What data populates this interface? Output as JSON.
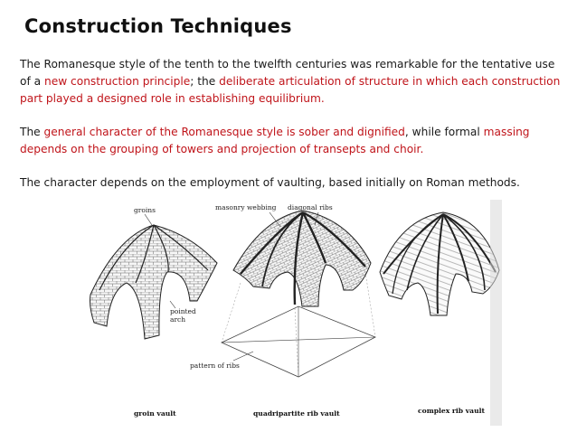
{
  "title": "Construction Techniques",
  "paragraph1": {
    "t1": "The Romanesque style of the tenth to the twelfth centuries was remarkable for the tentative use of a ",
    "h1": "new construction principle",
    "t2": "; the ",
    "h2": "deliberate articulation of structure in which each construction part played a designed role in establishing equilibrium."
  },
  "paragraph2": {
    "t1": "The ",
    "h1": "general character of the Romanesque style is sober and dignified",
    "t2": ", while formal ",
    "h2": "massing depends on the grouping of towers and projection of transepts and choir."
  },
  "paragraph3": "The character depends on the employment of vaulting, based initially on Roman methods.",
  "highlight_color": "#c0141a",
  "figure": {
    "labels": {
      "groins": "groins",
      "masonry_webbing": "masonry webbing",
      "diagonal_ribs": "diagonal ribs",
      "pointed": "pointed",
      "arch": "arch",
      "pattern_of_ribs": "pattern of ribs"
    },
    "captions": {
      "groin_vault": "groin vault",
      "quadripartite": "quadripartite rib vault",
      "complex": "complex rib vault"
    }
  }
}
